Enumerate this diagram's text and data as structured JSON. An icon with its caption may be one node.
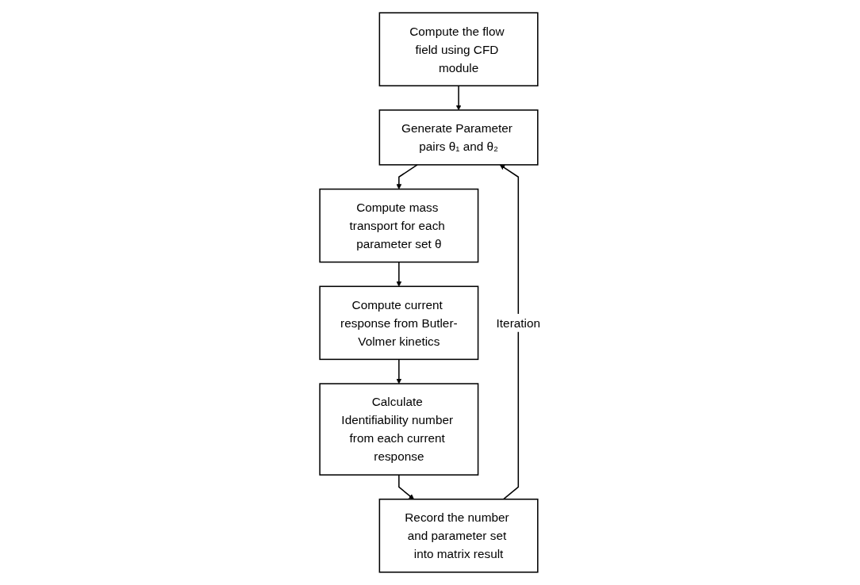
{
  "diagram": {
    "nodes": [
      {
        "text": [
          "Compute the flow field using CFD module"
        ]
      },
      {
        "text": [
          "Generate Parameter pairs θ₁ and θ₂"
        ]
      },
      {
        "text": [
          "Compute mass transport for each parameter set θ"
        ]
      },
      {
        "text": [
          "Compute current response from Butler-Volmer kinetics"
        ]
      },
      {
        "text": [
          "Calculate Identifiability number from each current response"
        ]
      },
      {
        "text": [
          "Record the number and parameter set into matrix result"
        ]
      }
    ],
    "edges": [
      {
        "from": 0,
        "to": 1,
        "arrow": "to"
      },
      {
        "from": 1,
        "to": 2,
        "arrow": "to"
      },
      {
        "from": 2,
        "to": 3,
        "arrow": "to"
      },
      {
        "from": 3,
        "to": 4,
        "arrow": "to"
      },
      {
        "from": 4,
        "to": 5,
        "arrow": "to"
      },
      {
        "from": 5,
        "to": 1,
        "arrow": "to",
        "label": "Iteration"
      }
    ]
  }
}
